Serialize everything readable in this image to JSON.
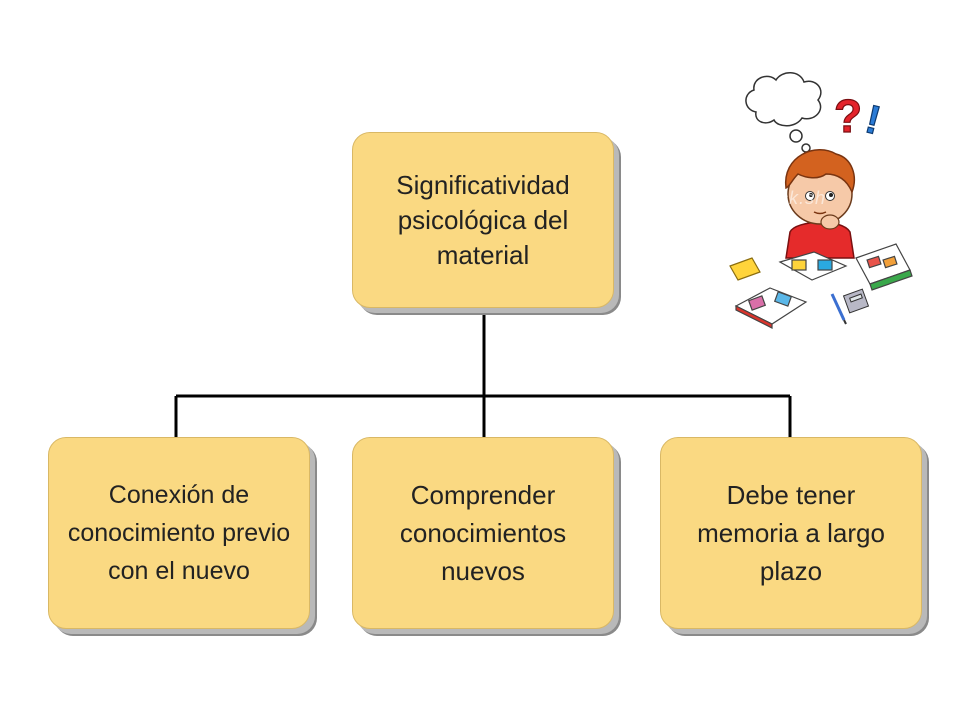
{
  "diagram": {
    "root": {
      "label": "Significatividad\npsicológica del\nmaterial"
    },
    "children": [
      {
        "label": "Conexión de\nconocimiento previo\ncon el nuevo"
      },
      {
        "label": "Comprender\nconocimientos\nnuevos"
      },
      {
        "label": "Debe tener\nmemoria a largo\nplazo"
      }
    ]
  },
  "illustration": {
    "icon": "thinking-child-with-books",
    "question_mark": "?",
    "exclamation_mark": "!",
    "watermark": "stock.sh"
  },
  "colors": {
    "node_fill": "#fad982",
    "connector": "#000000"
  }
}
